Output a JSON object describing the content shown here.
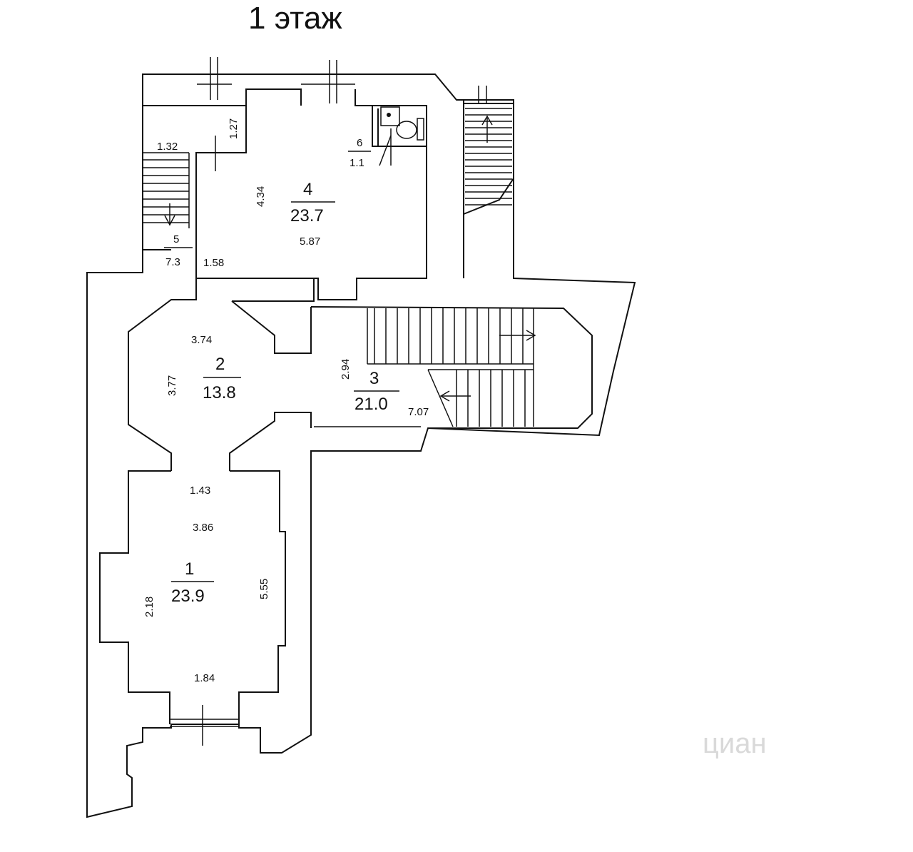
{
  "title": "1 этаж",
  "rooms": [
    {
      "number": "1",
      "area": "23.9"
    },
    {
      "number": "2",
      "area": "13.8"
    },
    {
      "number": "3",
      "area": "21.0"
    },
    {
      "number": "4",
      "area": "23.7"
    },
    {
      "number": "5",
      "area": "7.3"
    },
    {
      "number": "6",
      "area": "1.1"
    }
  ],
  "dimensions": {
    "r4_height": "4.34",
    "r4_width": "5.87",
    "r4_left_notch": "1.27",
    "r5_width": "1.32",
    "r2_opening": "1.58",
    "r2_width": "3.74",
    "r2_height": "3.77",
    "r3_height": "2.94",
    "r3_length": "7.07",
    "r1_opening": "1.43",
    "r1_width": "3.86",
    "r1_height": "5.55",
    "r1_left": "2.18",
    "r1_bottom": "1.84"
  },
  "watermark": "циан",
  "colors": {
    "line": "#111111",
    "background": "#ffffff",
    "watermark": "#d9d9d9"
  }
}
